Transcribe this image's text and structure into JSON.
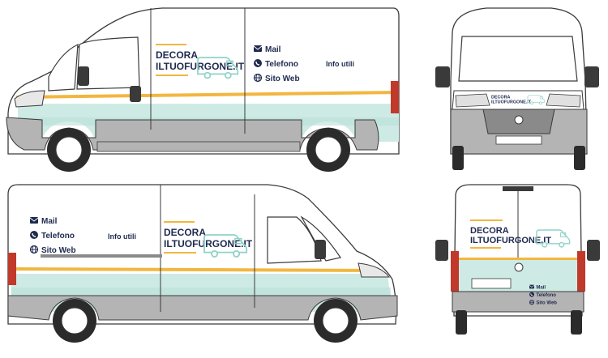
{
  "brand": {
    "line1": "DECORA",
    "line2": "ILTUOFURGONE.IT"
  },
  "contacts": {
    "mail": "Mail",
    "telefono": "Telefono",
    "sito_web": "Sito Web"
  },
  "info": "Info utili",
  "colors": {
    "mint": "#CDEBE4",
    "mint_dark": "#B9E0D7",
    "yellow": "#F2B640",
    "navy": "#1F2A4F",
    "van_outline": "#3A3A3A",
    "bumper_gray": "#B4B4B4",
    "tail_red": "#C0392B"
  },
  "icons": {
    "mail": "mail-icon",
    "phone": "phone-icon",
    "globe": "globe-icon",
    "van_logo": "van-logo-icon"
  }
}
